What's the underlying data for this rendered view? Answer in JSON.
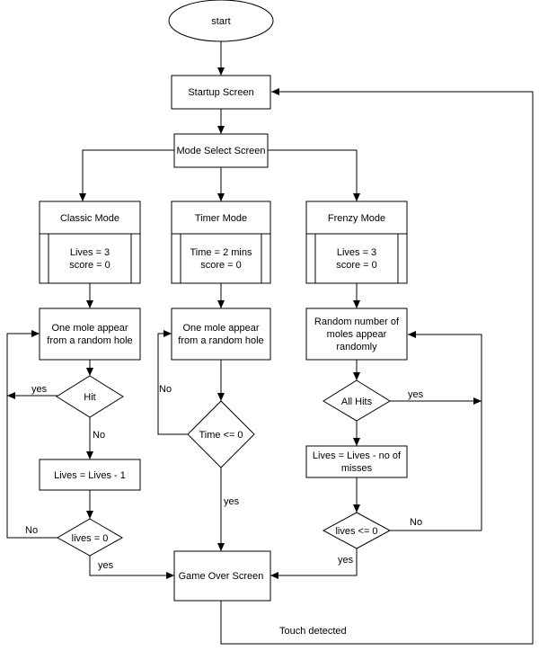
{
  "nodes": {
    "start": "start",
    "startup": "Startup Screen",
    "mode_select": "Mode Select Screen",
    "classic_title": "Classic Mode",
    "classic_vars": [
      "Lives = 3",
      "score = 0"
    ],
    "timer_title": "Timer Mode",
    "timer_vars": [
      "Time = 2 mins",
      "score = 0"
    ],
    "frenzy_title": "Frenzy Mode",
    "frenzy_vars": [
      "Lives = 3",
      "score = 0"
    ],
    "classic_mole": [
      "One mole appear",
      "from a random hole"
    ],
    "timer_mole": [
      "One mole appear",
      "from a random hole"
    ],
    "frenzy_moles": [
      "Random number of",
      "moles appear",
      "randomly"
    ],
    "hit": "Hit",
    "time_check": "Time <= 0",
    "all_hits": "All Hits",
    "lives_dec": "Lives = Lives - 1",
    "frenzy_lives": [
      "Lives = Lives - no of",
      "misses"
    ],
    "classic_lives_check": "lives = 0",
    "frenzy_lives_check": "lives <= 0",
    "game_over": "Game Over Screen"
  },
  "edge_labels": {
    "hit_yes": "yes",
    "hit_no": "No",
    "timer_no": "No",
    "timer_yes": "yes",
    "all_hits_yes": "yes",
    "classic_lives_no": "No",
    "classic_lives_yes": "yes",
    "frenzy_lives_no": "No",
    "frenzy_lives_yes": "yes",
    "touch": "Touch detected"
  }
}
